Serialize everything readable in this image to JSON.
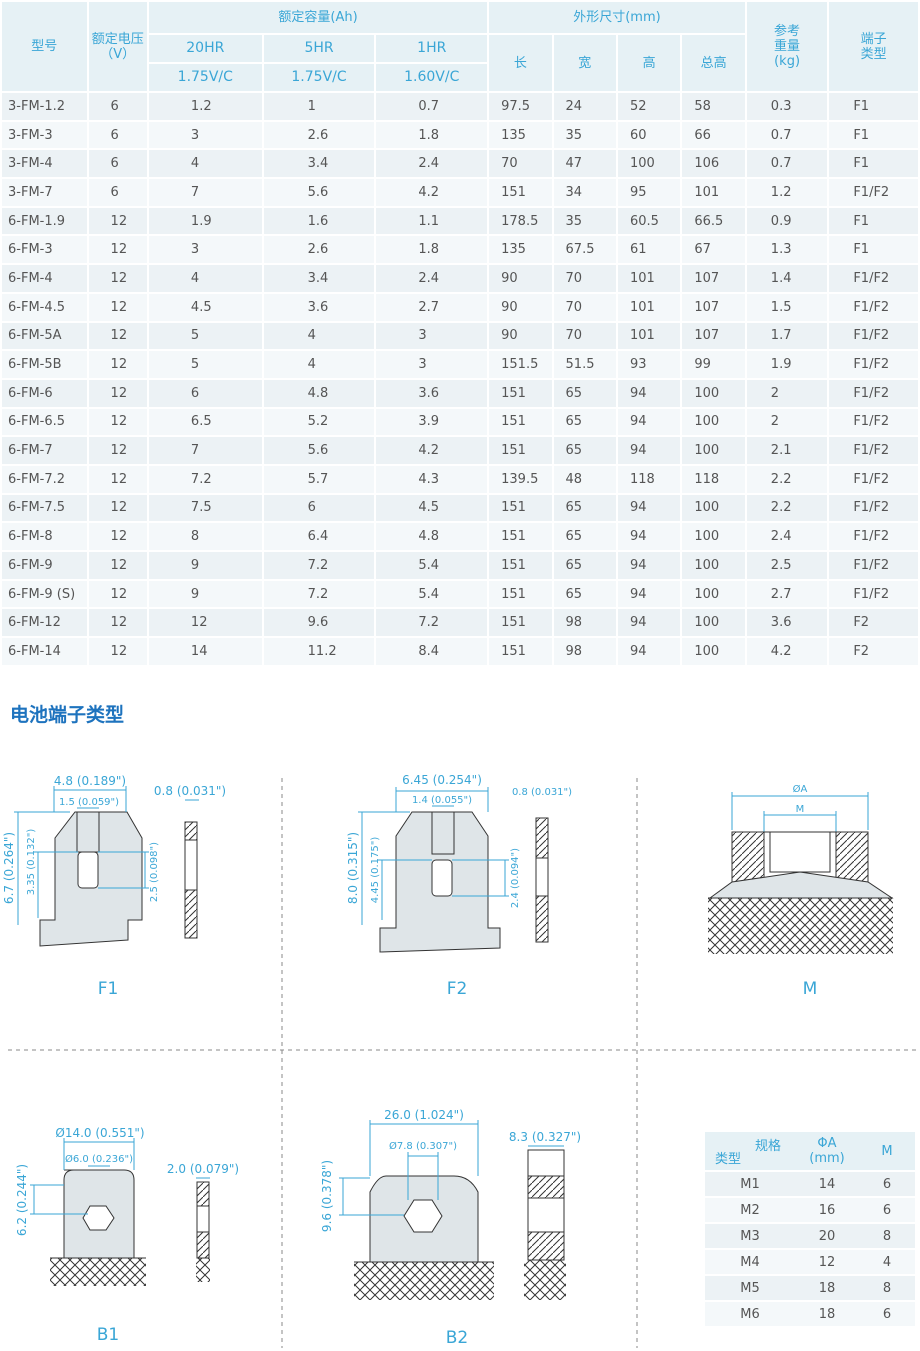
{
  "table": {
    "h_model": "型号",
    "h_voltage_a": "额定电压",
    "h_voltage_b": "（V）",
    "h_capacity": "额定容量(Ah)",
    "h_dims": "外形尺寸(mm)",
    "h_weight_a": "参考",
    "h_weight_b": "重量",
    "h_weight_c": "(kg)",
    "h_term_a": "端子",
    "h_term_b": "类型",
    "h_20hr": "20HR",
    "h_5hr": "5HR",
    "h_1hr": "1HR",
    "h_20hr_v": "1.75V/C",
    "h_5hr_v": "1.75V/C",
    "h_1hr_v": "1.60V/C",
    "h_len": "长",
    "h_wid": "宽",
    "h_hgt": "高",
    "h_tot": "总高",
    "rows": [
      [
        "3-FM-1.2",
        "6",
        "1.2",
        "1",
        "0.7",
        "97.5",
        "24",
        "52",
        "58",
        "0.3",
        "F1"
      ],
      [
        "3-FM-3",
        "6",
        "3",
        "2.6",
        "1.8",
        "135",
        "35",
        "60",
        "66",
        "0.7",
        "F1"
      ],
      [
        "3-FM-4",
        "6",
        "4",
        "3.4",
        "2.4",
        "70",
        "47",
        "100",
        "106",
        "0.7",
        "F1"
      ],
      [
        "3-FM-7",
        "6",
        "7",
        "5.6",
        "4.2",
        "151",
        "34",
        "95",
        "101",
        "1.2",
        "F1/F2"
      ],
      [
        "6-FM-1.9",
        "12",
        "1.9",
        "1.6",
        "1.1",
        "178.5",
        "35",
        "60.5",
        "66.5",
        "0.9",
        "F1"
      ],
      [
        "6-FM-3",
        "12",
        "3",
        "2.6",
        "1.8",
        "135",
        "67.5",
        "61",
        "67",
        "1.3",
        "F1"
      ],
      [
        "6-FM-4",
        "12",
        "4",
        "3.4",
        "2.4",
        "90",
        "70",
        "101",
        "107",
        "1.4",
        "F1/F2"
      ],
      [
        "6-FM-4.5",
        "12",
        "4.5",
        "3.6",
        "2.7",
        "90",
        "70",
        "101",
        "107",
        "1.5",
        "F1/F2"
      ],
      [
        "6-FM-5A",
        "12",
        "5",
        "4",
        "3",
        "90",
        "70",
        "101",
        "107",
        "1.7",
        "F1/F2"
      ],
      [
        "6-FM-5B",
        "12",
        "5",
        "4",
        "3",
        "151.5",
        "51.5",
        "93",
        "99",
        "1.9",
        "F1/F2"
      ],
      [
        "6-FM-6",
        "12",
        "6",
        "4.8",
        "3.6",
        "151",
        "65",
        "94",
        "100",
        "2",
        "F1/F2"
      ],
      [
        "6-FM-6.5",
        "12",
        "6.5",
        "5.2",
        "3.9",
        "151",
        "65",
        "94",
        "100",
        "2",
        "F1/F2"
      ],
      [
        "6-FM-7",
        "12",
        "7",
        "5.6",
        "4.2",
        "151",
        "65",
        "94",
        "100",
        "2.1",
        "F1/F2"
      ],
      [
        "6-FM-7.2",
        "12",
        "7.2",
        "5.7",
        "4.3",
        "139.5",
        "48",
        "118",
        "118",
        "2.2",
        "F1/F2"
      ],
      [
        "6-FM-7.5",
        "12",
        "7.5",
        "6",
        "4.5",
        "151",
        "65",
        "94",
        "100",
        "2.2",
        "F1/F2"
      ],
      [
        "6-FM-8",
        "12",
        "8",
        "6.4",
        "4.8",
        "151",
        "65",
        "94",
        "100",
        "2.4",
        "F1/F2"
      ],
      [
        "6-FM-9",
        "12",
        "9",
        "7.2",
        "5.4",
        "151",
        "65",
        "94",
        "100",
        "2.5",
        "F1/F2"
      ],
      [
        "6-FM-9 (S)",
        "12",
        "9",
        "7.2",
        "5.4",
        "151",
        "65",
        "94",
        "100",
        "2.7",
        "F1/F2"
      ],
      [
        "6-FM-12",
        "12",
        "12",
        "9.6",
        "7.2",
        "151",
        "98",
        "94",
        "100",
        "3.6",
        "F2"
      ],
      [
        "6-FM-14",
        "12",
        "14",
        "11.2",
        "8.4",
        "151",
        "98",
        "94",
        "100",
        "4.2",
        "F2"
      ]
    ]
  },
  "section_title": "电池端子类型",
  "terminals": {
    "f1": {
      "name": "F1",
      "w": "4.8 (0.189\")",
      "slot": "1.5 (0.059\")",
      "thick": "0.8 (0.031\")",
      "h": "6.7 (0.264\")",
      "h2": "3.35 (0.132\")",
      "h3": "2.5 (0.098\")"
    },
    "f2": {
      "name": "F2",
      "w": "6.45 (0.254\")",
      "slot": "1.4 (0.055\")",
      "thick": "0.8 (0.031\")",
      "h": "8.0 (0.315\")",
      "h2": "4.45 (0.175\")",
      "h3": "2.4 (0.094\")"
    },
    "m": {
      "name": "M",
      "phi": "ØA",
      "m": "M"
    },
    "b1": {
      "name": "B1",
      "w": "Ø14.0 (0.551\")",
      "hole": "Ø6.0 (0.236\")",
      "thick": "2.0 (0.079\")",
      "h": "6.2 (0.244\")"
    },
    "b2": {
      "name": "B2",
      "w": "26.0 (1.024\")",
      "hole": "Ø7.8 (0.307\")",
      "thick": "8.3 (0.327\")",
      "h": "9.6 (0.378\")"
    }
  },
  "m_table": {
    "h_spec": "规格",
    "h_type": "类型",
    "h_phi_a": "ΦA",
    "h_phi_b": "(mm)",
    "h_m": "M",
    "rows": [
      [
        "M1",
        "14",
        "6"
      ],
      [
        "M2",
        "16",
        "6"
      ],
      [
        "M3",
        "20",
        "8"
      ],
      [
        "M4",
        "12",
        "4"
      ],
      [
        "M5",
        "18",
        "8"
      ],
      [
        "M6",
        "18",
        "6"
      ]
    ]
  },
  "colors": {
    "accent": "#3aa6d6",
    "title": "#1e73be",
    "row": "#ecf2f5",
    "header": "#e6f1f5"
  }
}
